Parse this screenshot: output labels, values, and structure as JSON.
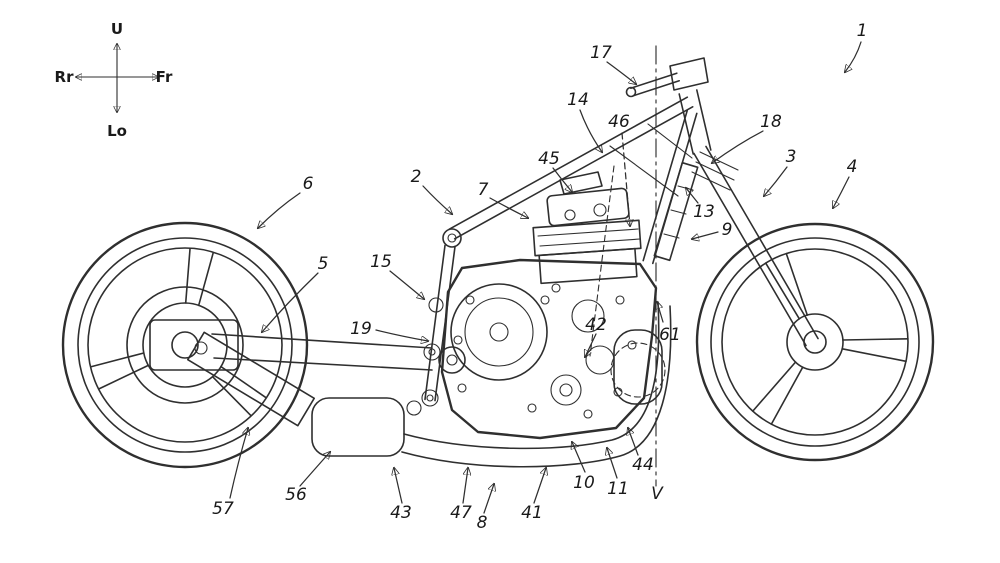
{
  "meta": {
    "background_color": "#ffffff",
    "ink_color": "#2f2f2f",
    "figure_kind": "patent-line-drawing"
  },
  "compass": {
    "up": "U",
    "down": "Lo",
    "front": "Fr",
    "rear": "Rr"
  },
  "reference_labels": {
    "n1": "1",
    "n2": "2",
    "n3": "3",
    "n4": "4",
    "n5": "5",
    "n6": "6",
    "n7": "7",
    "n8": "8",
    "n9": "9",
    "n10": "10",
    "n11": "11",
    "n13": "13",
    "n14": "14",
    "n15": "15",
    "n17": "17",
    "n18": "18",
    "n19": "19",
    "n41": "41",
    "n42": "42",
    "n43": "43",
    "n44": "44",
    "n45": "45",
    "n46": "46",
    "n47": "47",
    "n56": "56",
    "n57": "57",
    "n61": "61",
    "v": "V"
  }
}
